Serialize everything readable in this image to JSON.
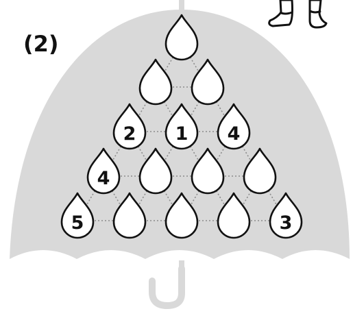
{
  "puzzle": {
    "label": "(2)",
    "illustration_icon": "umbrella-icon",
    "character_icon": "elf-boots-icon",
    "colors": {
      "umbrella": "#d9d9d9",
      "drop_stroke": "#111111",
      "drop_fill": "#ffffff",
      "connector": "#8c8c8c"
    },
    "rows": [
      [
        ""
      ],
      [
        "",
        ""
      ],
      [
        "2",
        "1",
        "4"
      ],
      [
        "4",
        "",
        "",
        ""
      ],
      [
        "5",
        "",
        "",
        "",
        "3"
      ]
    ]
  }
}
